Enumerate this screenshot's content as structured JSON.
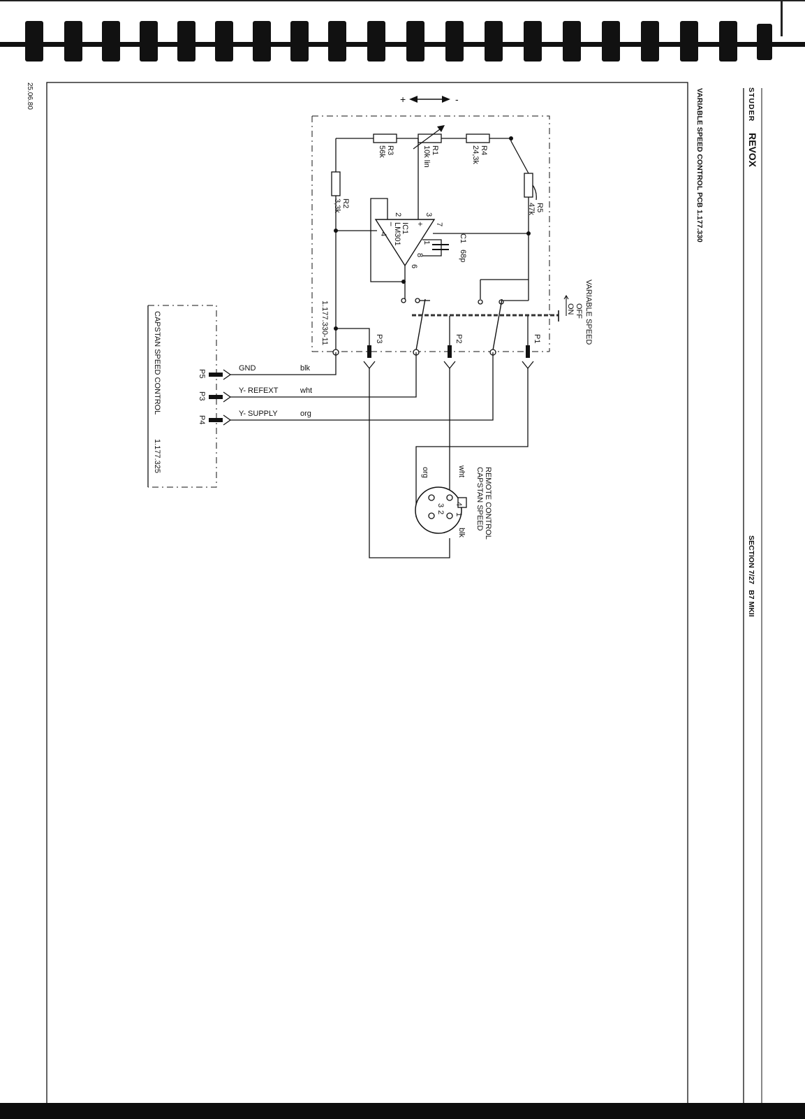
{
  "header": {
    "brand_studer": "STUDER",
    "brand_revox": "REVOX",
    "model": "B7 MKII",
    "section": "SECTION 7/27",
    "title": "VARIABLE SPEED CONTROL PCB  1.177.330",
    "date": "25.06.80"
  },
  "board": {
    "id_label": "1.177.330-11"
  },
  "capstan_board": {
    "title": "CAPSTAN SPEED CONTROL",
    "number": "1.177.325"
  },
  "direction": {
    "plus": "+",
    "minus": "-"
  },
  "components": {
    "R1": {
      "ref": "R1",
      "value": "10k lin"
    },
    "R2": {
      "ref": "R2",
      "value": "3,3k"
    },
    "R3": {
      "ref": "R3",
      "value": "56k"
    },
    "R4": {
      "ref": "R4",
      "value": "24,3k"
    },
    "R5": {
      "ref": "R5",
      "value": "47k"
    },
    "C1": {
      "ref": "C1",
      "value": "68p"
    },
    "IC1": {
      "ref": "IC1",
      "part": "LM301",
      "pins": [
        "1",
        "2",
        "3",
        "4",
        "6",
        "7",
        "8"
      ],
      "plus": "+",
      "minus": "−"
    }
  },
  "switch": {
    "title": "VARIABLE SPEED",
    "off": "OFF",
    "on": "ON"
  },
  "board_pins": [
    "P1",
    "P2",
    "P3"
  ],
  "connector_lines": [
    {
      "pin": "P5",
      "signal": "GND",
      "color": "blk"
    },
    {
      "pin": "P3",
      "signal": "Y- REFEXT",
      "color": "wht"
    },
    {
      "pin": "P4",
      "signal": "Y- SUPPLY",
      "color": "org"
    }
  ],
  "remote": {
    "title_line1": "REMOTE CONTROL",
    "title_line2": "CAPSTAN  SPEED",
    "socket_pins": [
      "1",
      "2",
      "3",
      "4"
    ],
    "wire_colors": {
      "wht": "wht",
      "org": "org",
      "blk": "blk"
    }
  }
}
